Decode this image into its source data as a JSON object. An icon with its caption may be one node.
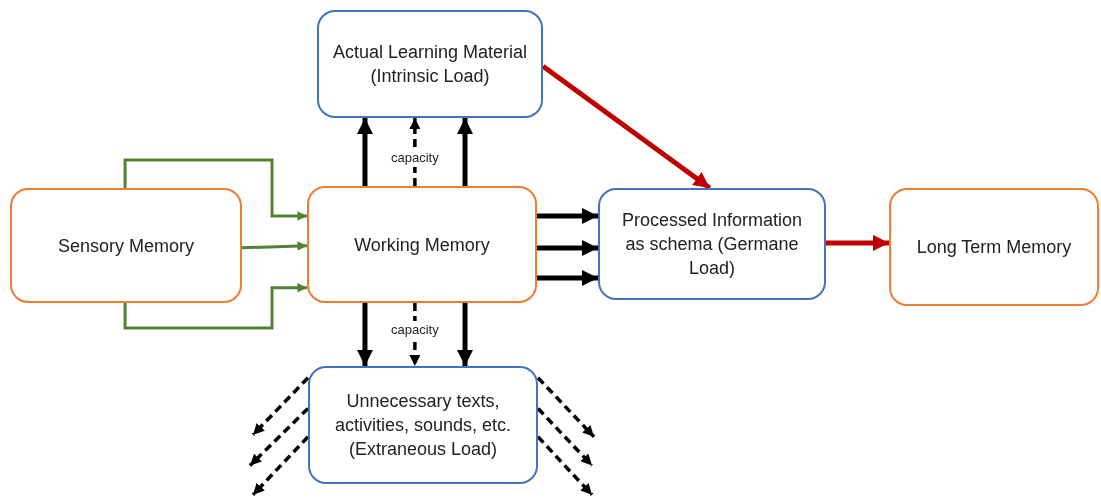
{
  "diagram": {
    "nodes": [
      {
        "text": [
          "Sensory Memory"
        ]
      },
      {
        "text": [
          "Actual Learning Material (Intrinsic Load)"
        ]
      },
      {
        "text": [
          "Working Memory"
        ]
      },
      {
        "text": [
          "Processed Information as schema (Germane Load)"
        ]
      },
      {
        "text": [
          "Long Term Memory"
        ]
      },
      {
        "text": [
          "Unnecessary texts, activities, sounds, etc. (Extraneous Load)"
        ]
      }
    ],
    "edges": [
      {
        "from": 0,
        "to": 2,
        "arrow": "to",
        "color": "#548235"
      },
      {
        "from": 0,
        "to": 2,
        "arrow": "to",
        "color": "#548235"
      },
      {
        "from": 0,
        "to": 2,
        "arrow": "to",
        "color": "#548235"
      },
      {
        "from": 2,
        "to": 1,
        "arrow": "to"
      },
      {
        "from": 2,
        "to": 1,
        "arrow": "to",
        "style": "dashed",
        "label": "capacity"
      },
      {
        "from": 2,
        "to": 1,
        "arrow": "to"
      },
      {
        "from": 2,
        "to": 5,
        "arrow": "to"
      },
      {
        "from": 2,
        "to": 5,
        "arrow": "to",
        "style": "dashed",
        "label": "capacity"
      },
      {
        "from": 2,
        "to": 5,
        "arrow": "to"
      },
      {
        "from": 2,
        "to": 3,
        "arrow": "to"
      },
      {
        "from": 2,
        "to": 3,
        "arrow": "to"
      },
      {
        "from": 2,
        "to": 3,
        "arrow": "to"
      },
      {
        "from": 1,
        "to": 3,
        "arrow": "to",
        "color": "#c00000"
      },
      {
        "from": 3,
        "to": 4,
        "arrow": "to",
        "color": "#c00000"
      },
      {
        "from": 5,
        "to": null,
        "arrow": "to",
        "style": "dashed"
      },
      {
        "from": 5,
        "to": null,
        "arrow": "to",
        "style": "dashed"
      },
      {
        "from": 5,
        "to": null,
        "arrow": "to",
        "style": "dashed"
      },
      {
        "from": 5,
        "to": null,
        "arrow": "to",
        "style": "dashed"
      },
      {
        "from": 5,
        "to": null,
        "arrow": "to",
        "style": "dashed"
      },
      {
        "from": 5,
        "to": null,
        "arrow": "to",
        "style": "dashed"
      }
    ]
  }
}
